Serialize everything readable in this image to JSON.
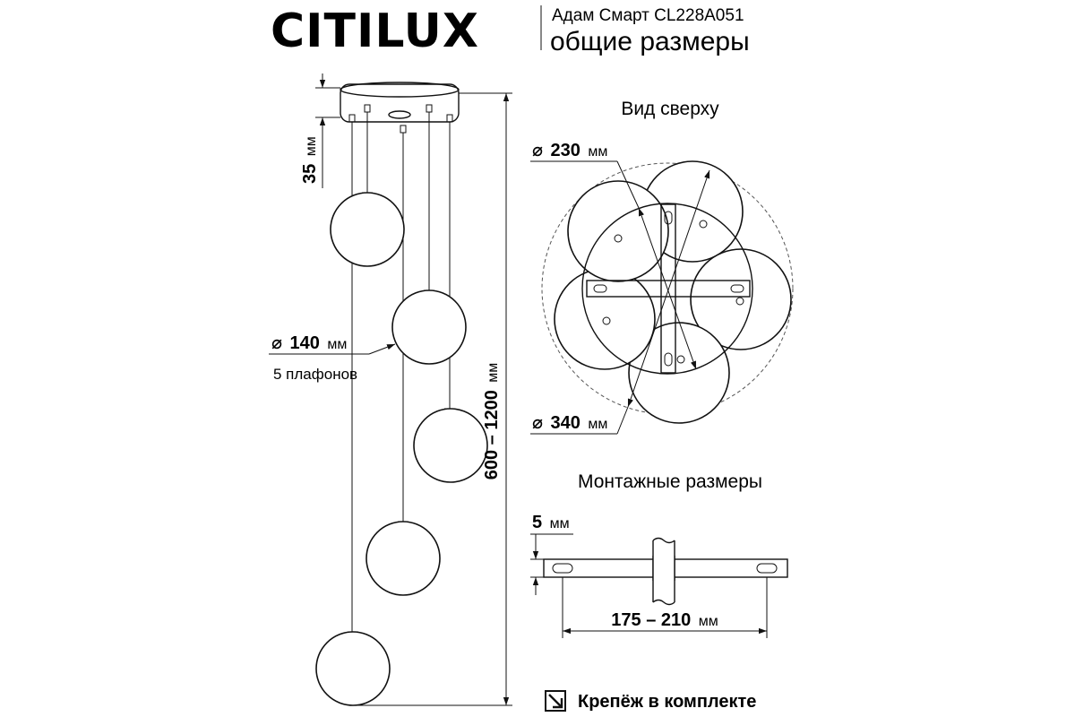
{
  "brand": {
    "name": "CITILUX"
  },
  "header": {
    "model_line": "Адам Смарт CL228A051",
    "subtitle": "общие размеры"
  },
  "side_view": {
    "canopy_height": {
      "value": "35",
      "unit": "мм"
    },
    "drop_height": {
      "value": "600 – 1200",
      "unit": "мм"
    },
    "globe_diameter": {
      "symbol": "⌀",
      "value": "140",
      "unit": "мм"
    },
    "globe_count": "5 плафонов"
  },
  "top_view": {
    "title": "Вид сверху",
    "canopy_diameter": {
      "symbol": "⌀",
      "value": "230",
      "unit": "мм"
    },
    "overall_diameter": {
      "symbol": "⌀",
      "value": "340",
      "unit": "мм"
    }
  },
  "mounting": {
    "title": "Монтажные размеры",
    "plate_thickness": {
      "value": "5",
      "unit": "мм"
    },
    "hole_spacing": {
      "value": "175 – 210",
      "unit": "мм"
    }
  },
  "footer": {
    "text": "Крепёж в комплекте",
    "icon": "arrow-down-right-icon"
  }
}
